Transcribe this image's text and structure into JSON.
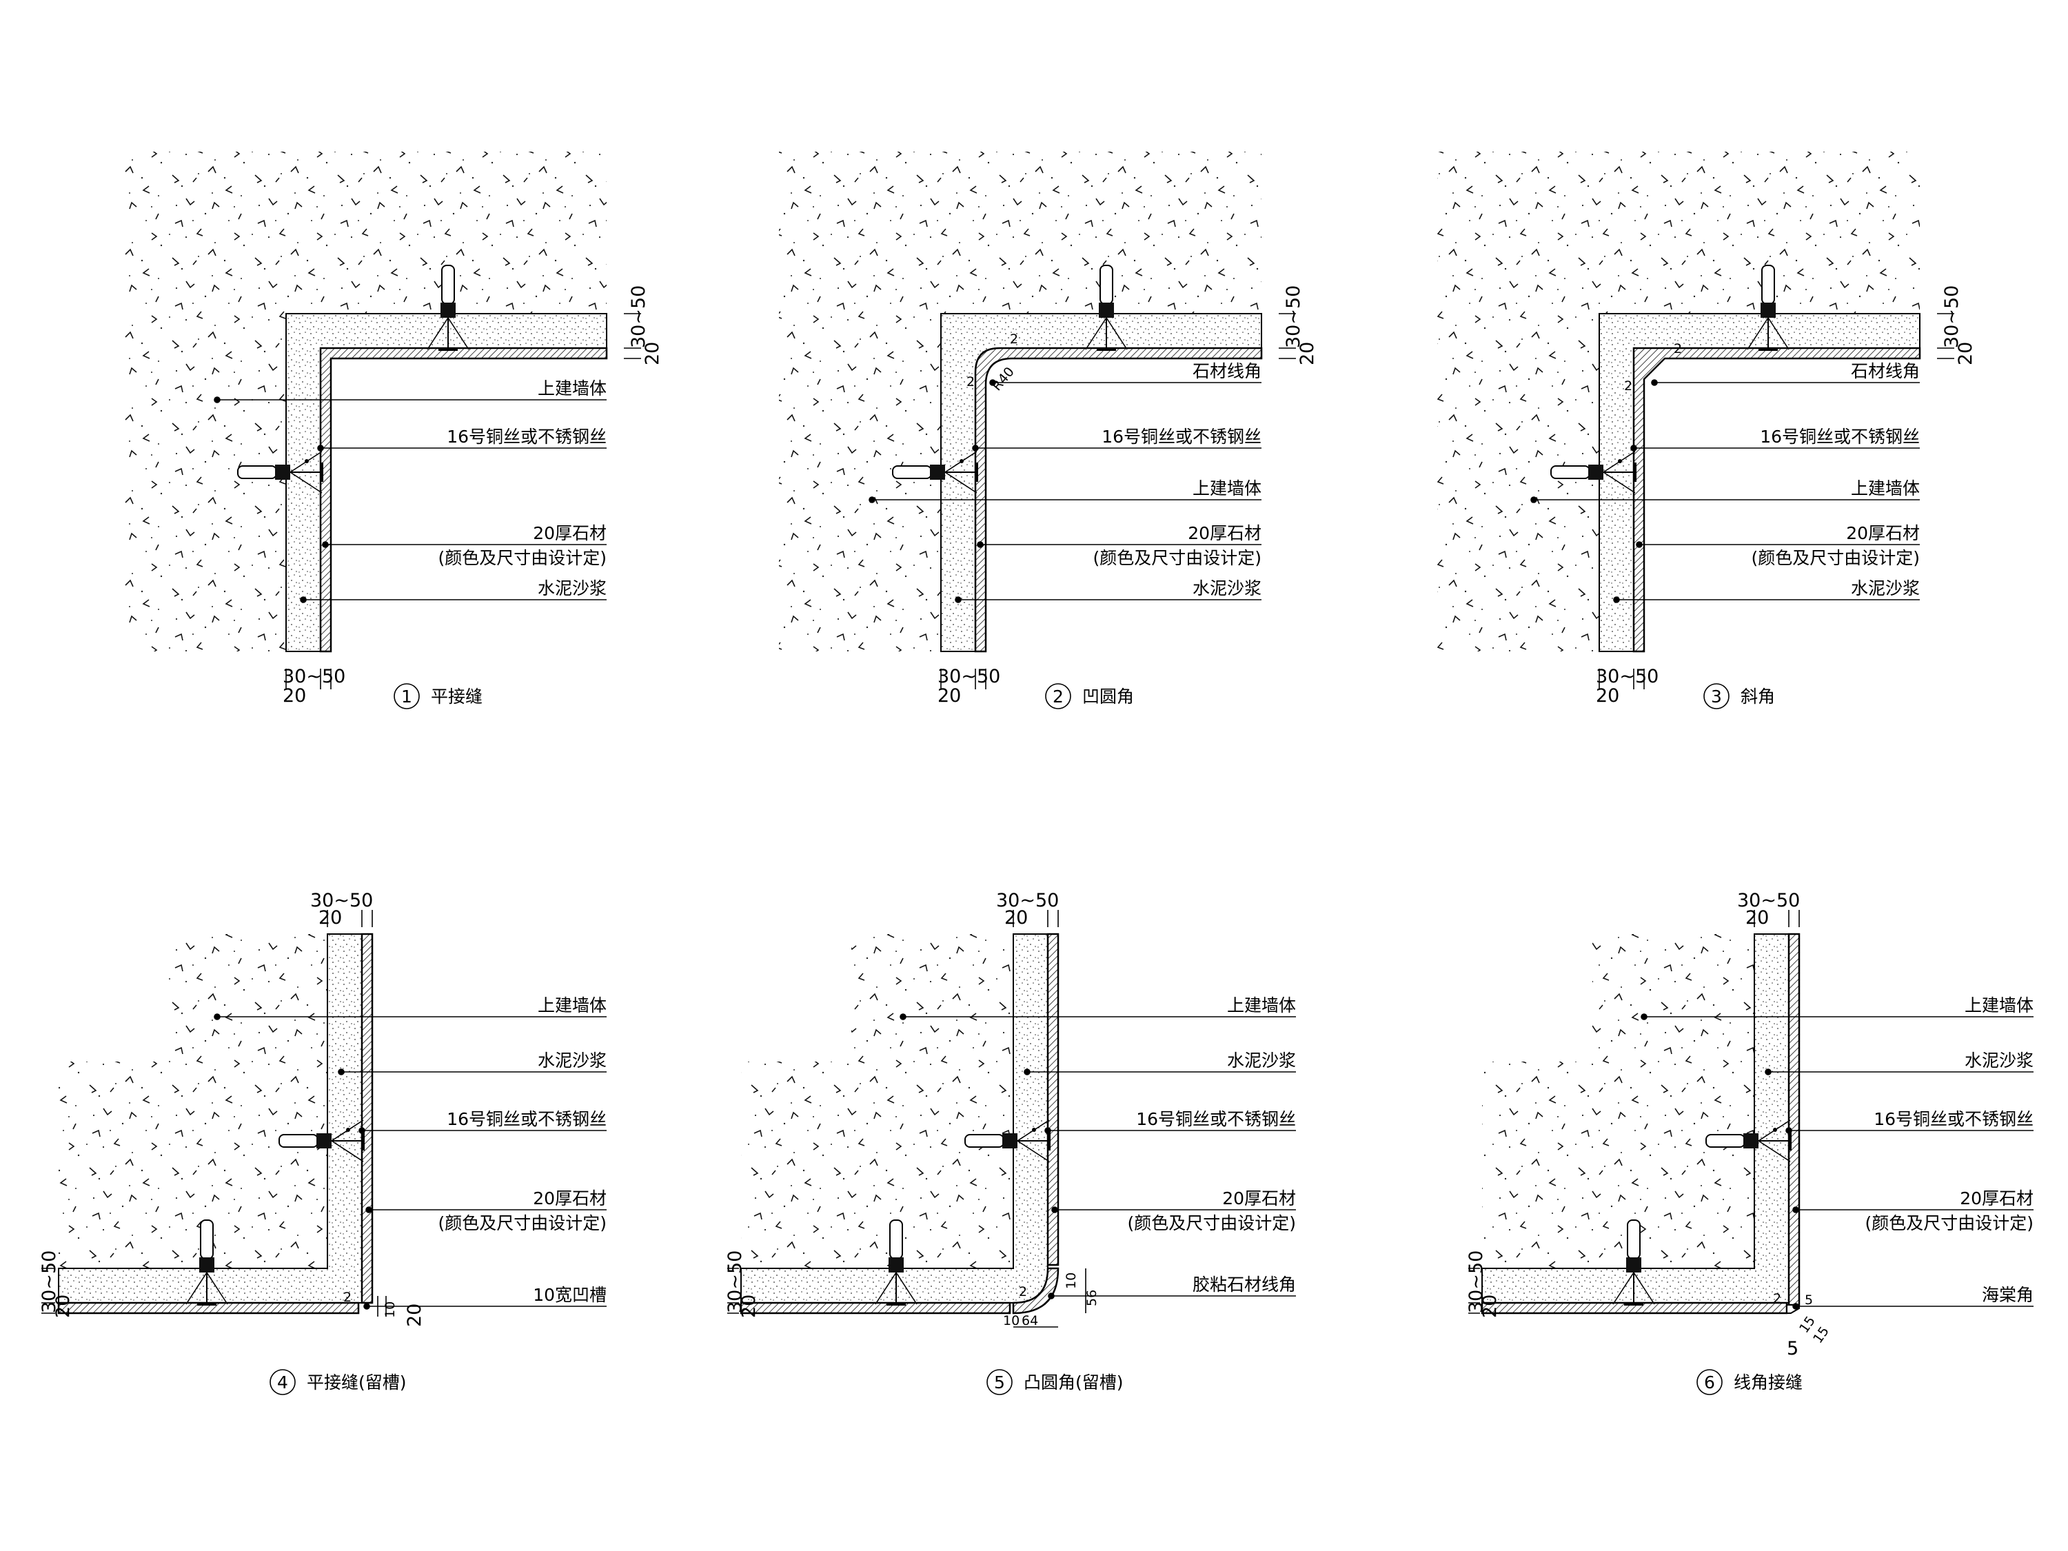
{
  "details": [
    {
      "no": "1",
      "title": "平接缝",
      "labels": [
        "上建墙体",
        "16号铜丝或不锈钢丝",
        "20厚石材",
        "(颜色及尺寸由设计定)",
        "水泥沙浆"
      ],
      "dims": {
        "band": "30~50",
        "stone": "20"
      }
    },
    {
      "no": "2",
      "title": "凹圆角",
      "labels": [
        "石材线角",
        "16号铜丝或不锈钢丝",
        "上建墙体",
        "20厚石材",
        "(颜色及尺寸由设计定)",
        "水泥沙浆"
      ],
      "dims": {
        "band": "30~50",
        "stone": "20",
        "corner_a": "2",
        "corner_b": "2",
        "radius": "R40"
      }
    },
    {
      "no": "3",
      "title": "斜角",
      "labels": [
        "石材线角",
        "16号铜丝或不锈钢丝",
        "上建墙体",
        "20厚石材",
        "(颜色及尺寸由设计定)",
        "水泥沙浆"
      ],
      "dims": {
        "band": "30~50",
        "stone": "20",
        "corner_a": "2",
        "corner_b": "2"
      }
    },
    {
      "no": "4",
      "title": "平接缝(留槽)",
      "labels": [
        "上建墙体",
        "水泥沙浆",
        "16号铜丝或不锈钢丝",
        "20厚石材",
        "(颜色及尺寸由设计定)",
        "10宽凹槽"
      ],
      "dims": {
        "band": "30~50",
        "stone": "20",
        "groove": "10",
        "gap": "2"
      }
    },
    {
      "no": "5",
      "title": "凸圆角(留槽)",
      "labels": [
        "上建墙体",
        "水泥沙浆",
        "16号铜丝或不锈钢丝",
        "20厚石材",
        "(颜色及尺寸由设计定)",
        "胶粘石材线角"
      ],
      "dims": {
        "band": "30~50",
        "stone": "20",
        "d10": "10",
        "d56": "56",
        "d64": "64",
        "d10b": "10",
        "d2": "2"
      }
    },
    {
      "no": "6",
      "title": "线角接缝",
      "labels": [
        "上建墙体",
        "水泥沙浆",
        "16号铜丝或不锈钢丝",
        "20厚石材",
        "(颜色及尺寸由设计定)",
        "海棠角"
      ],
      "dims": {
        "band": "30~50",
        "stone": "20",
        "d5a": "5",
        "d5b": "5",
        "d15a": "15",
        "d15b": "15",
        "d2": "2"
      }
    }
  ]
}
